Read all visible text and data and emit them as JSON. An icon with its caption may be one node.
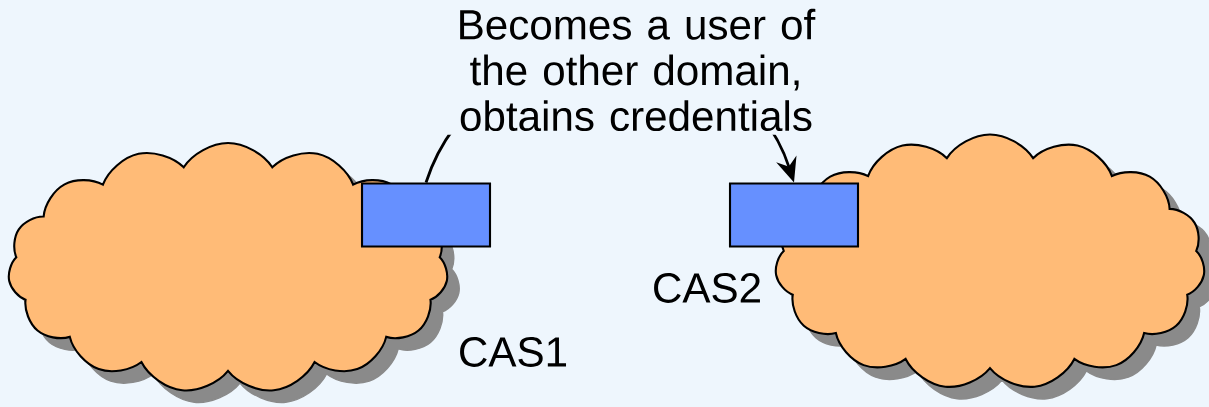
{
  "diagram": {
    "nodes": [
      {
        "text": [],
        "shape": "cloud"
      },
      {
        "text": [],
        "shape": "box"
      },
      {
        "text": [],
        "shape": "cloud"
      },
      {
        "text": [],
        "shape": "box"
      }
    ],
    "edges": [
      {
        "from": 1,
        "to": 3,
        "arrow": "to",
        "label": "Becomes a user of the other domain, obtains credentials"
      }
    ],
    "labels": [
      "CAS2",
      "CAS1"
    ]
  }
}
